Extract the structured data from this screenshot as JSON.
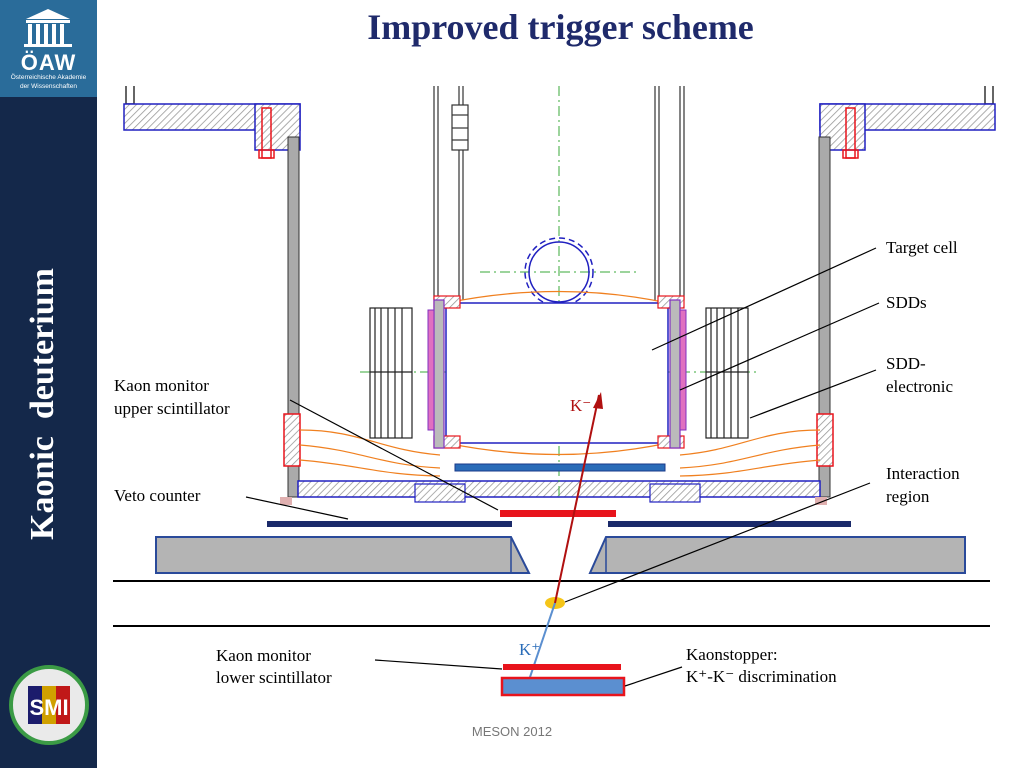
{
  "title": "Improved trigger scheme",
  "sidebar": {
    "logo_text": "ÖAW",
    "logo_sub1": "Österreichische Akademie",
    "logo_sub2": "der Wissenschaften",
    "vertical_title": "Kaonic  deuterium",
    "smi_logo_text": "SMI"
  },
  "labels": {
    "target_cell": "Target cell",
    "sdds": "SDDs",
    "sdd_electronic_1": "SDD-",
    "sdd_electronic_2": "electronic",
    "interaction_1": "Interaction",
    "interaction_2": "region",
    "kaon_upper_1": "Kaon monitor",
    "kaon_upper_2": "upper scintillator",
    "veto": "Veto counter",
    "kaon_lower_1": "Kaon monitor",
    "kaon_lower_2": "lower scintillator",
    "kaonstopper_1": "Kaonstopper:",
    "kaonstopper_2": "K⁺-K⁻ discrimination",
    "k_minus": "K⁻",
    "k_plus": "K⁺"
  },
  "footer": "MESON 2012",
  "colors": {
    "sidebar": "#14284a",
    "logo_box": "#2a6c9a",
    "title": "#1f2a6b",
    "scintillator": "#e8141c",
    "veto": "#1a2a6a",
    "kaon_track_minus": "#b01010",
    "kaon_track_plus": "#5b8fd0",
    "interaction_region": "#f5c518"
  }
}
